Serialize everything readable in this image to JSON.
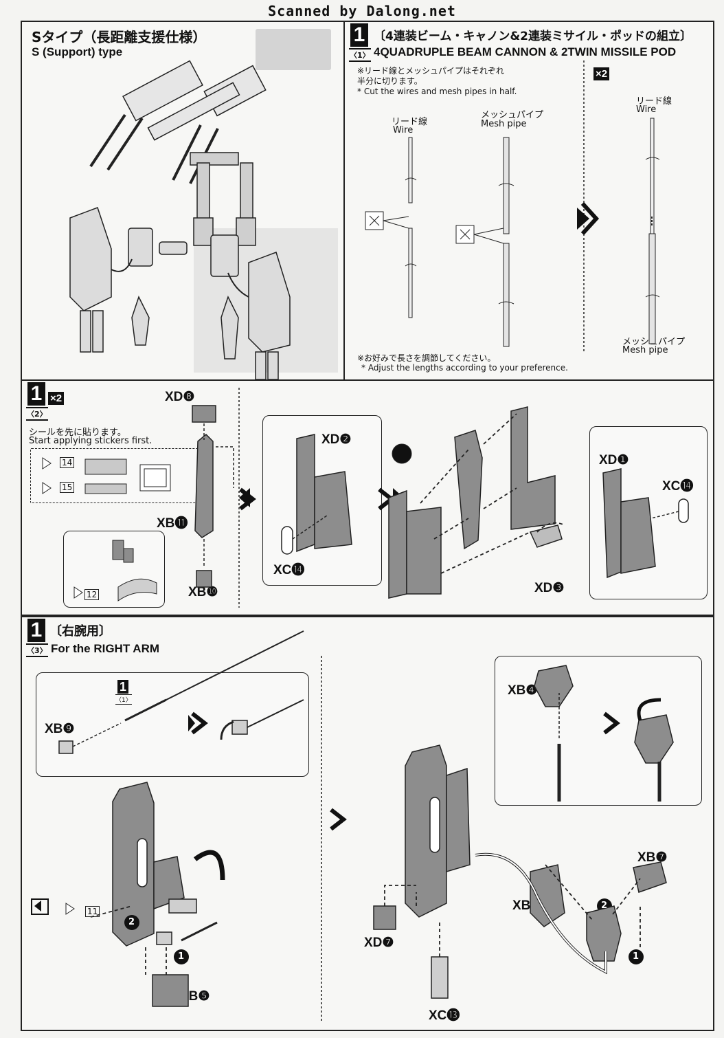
{
  "watermark": "Scanned by Dalong.net",
  "left_panel": {
    "title_jp": "Sタイプ（長距離支援仕様）",
    "title_en": "S (Support) type"
  },
  "step1_1": {
    "num": "1",
    "sub": "〈1〉",
    "title_jp": "〔4連装ビーム・キャノン&2連装ミサイル・ポッドの組立〕",
    "title_en": "4QUADRUPLE BEAM CANNON & 2TWIN MISSILE POD",
    "note_jp": "※リード線とメッシュパイプはそれぞれ\n半分に切ります。",
    "note_en": "* Cut the wires and mesh pipes in half.",
    "multiplier": "×2",
    "wire_jp": "リード線",
    "wire_en": "Wire",
    "mesh_jp": "メッシュパイプ",
    "mesh_en": "Mesh pipe",
    "wire2_jp": "リード線",
    "wire2_en": "Wire",
    "mesh2_jp": "メッシュパイプ",
    "mesh2_en": "Mesh pipe",
    "adjust_jp": "※お好みで長さを調節してください。",
    "adjust_en": "* Adjust the lengths according to your preference."
  },
  "step1_2": {
    "num": "1",
    "sub": "〈2〉",
    "multiplier": "×2",
    "sticker_jp": "シールを先に貼ります。",
    "sticker_en": "Start applying stickers first.",
    "sticker_14": "14",
    "sticker_15": "15",
    "sticker_12": "12",
    "parts": {
      "xd8": "XD❽",
      "xb11": "XB⓫",
      "xb10": "XB❿",
      "xd2": "XD❷",
      "xc14a": "XC⓮",
      "xd1": "XD❶",
      "xc14b": "XC⓮",
      "xd3": "XD❸"
    }
  },
  "step1_3": {
    "num": "1",
    "sub": "〈3〉",
    "title_jp": "〔右腕用〕",
    "title_en": "For the RIGHT ARM",
    "ref_num": "1",
    "ref_sub": "〈1〉",
    "sticker_11": "11",
    "parts": {
      "xb9": "XB❾",
      "xb5": "XB❺",
      "xd7": "XD❼",
      "xc13": "XC⓭",
      "xb6": "XB❻",
      "xb7": "XB❼",
      "xb4": "XB❹"
    },
    "arrow_1": "1",
    "arrow_2": "2"
  },
  "colors": {
    "part_gray": "#8d8d8d",
    "part_light": "#e3e3e3",
    "line": "#111111"
  }
}
